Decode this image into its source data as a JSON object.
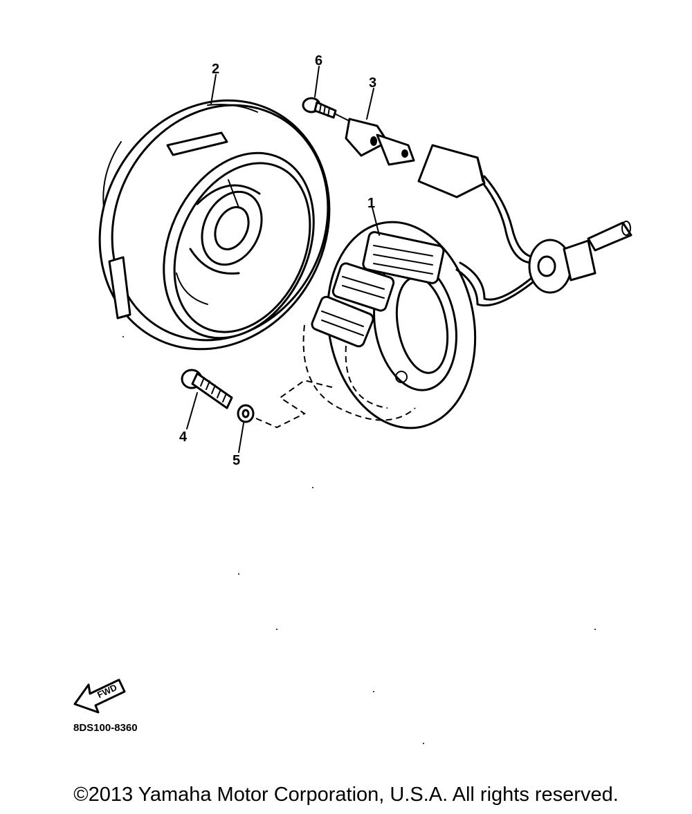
{
  "callouts": [
    {
      "id": "1",
      "label": "1"
    },
    {
      "id": "2",
      "label": "2"
    },
    {
      "id": "3",
      "label": "3"
    },
    {
      "id": "4",
      "label": "4"
    },
    {
      "id": "5",
      "label": "5"
    },
    {
      "id": "6",
      "label": "6"
    }
  ],
  "fwd_label": "FWD",
  "diagram_code": "8DS100-8360",
  "copyright": "©2013 Yamaha Motor Corporation, U.S.A. All rights reserved."
}
